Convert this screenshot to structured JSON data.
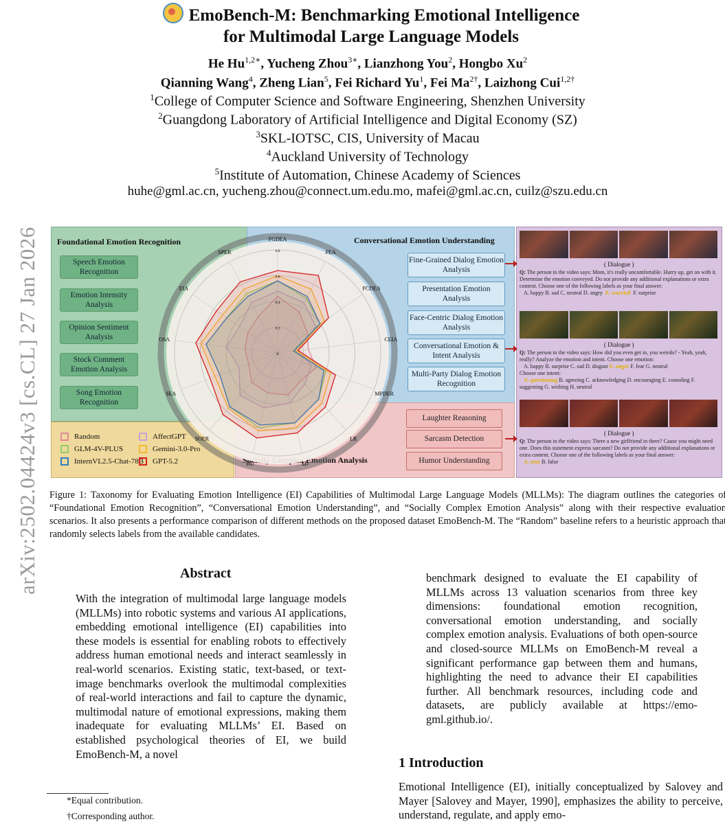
{
  "sidebar_text": "arXiv:2502.04424v3  [cs.CL]  27 Jan 2026",
  "title_line1": "EmoBench-M: Benchmarking Emotional Intelligence",
  "title_line2": "for Multimodal Large Language Models",
  "authors_line1": [
    {
      "name": "He Hu",
      "sup": "1,2∗"
    },
    {
      "name": "Yucheng Zhou",
      "sup": "3∗"
    },
    {
      "name": "Lianzhong You",
      "sup": "2"
    },
    {
      "name": "Hongbo Xu",
      "sup": "2"
    }
  ],
  "authors_line2": [
    {
      "name": "Qianning Wang",
      "sup": "4"
    },
    {
      "name": "Zheng Lian",
      "sup": "5"
    },
    {
      "name": "Fei Richard Yu",
      "sup": "1"
    },
    {
      "name": "Fei Ma",
      "sup": "2†"
    },
    {
      "name": "Laizhong Cui",
      "sup": "1,2†"
    }
  ],
  "affiliations": [
    {
      "sup": "1",
      "text": "College of Computer Science and Software Engineering, Shenzhen University"
    },
    {
      "sup": "2",
      "text": "Guangdong Laboratory of Artificial Intelligence and Digital Economy (SZ)"
    },
    {
      "sup": "3",
      "text": "SKL-IOTSC, CIS, University of Macau"
    },
    {
      "sup": "4",
      "text": "Auckland University of Technology"
    },
    {
      "sup": "5",
      "text": "Institute of Automation, Chinese Academy of Sciences"
    }
  ],
  "emails": "huhe@gml.ac.cn, yucheng.zhou@connect.um.edu.mo, mafei@gml.ac.cn, cuilz@szu.edu.cn",
  "figure": {
    "left_title": "Foundational Emotion Recognition",
    "left_items": [
      "Speech Emotion Recognition",
      "Emotion Intensity Analysis",
      "Opinion Sentiment Analysis",
      "Stock Comment Emotion Analysis",
      "Song Emotion Recognition"
    ],
    "right_title": "Conversational Emotion Understanding",
    "right_items": [
      "Fine-Grained Dialog Emotion Analysis",
      "Presentation Emotion Analysis",
      "Face-Centric Dialog Emotion Analysis",
      "Conversational Emotion & Intent Analysis",
      "Multi-Party Dialog Emotion Recognition"
    ],
    "bottom_title": "Socially Complex Emotion Analysis",
    "bottom_items": [
      "Laughter Reasoning",
      "Sarcasm Detection",
      "Humor Understanding"
    ],
    "legend": [
      {
        "name": "Random",
        "color": "#e08a9a"
      },
      {
        "name": "AffectGPT",
        "color": "#c9a3d6"
      },
      {
        "name": "GLM-4V-PLUS",
        "color": "#8fcf6a"
      },
      {
        "name": "Gemini-3.0-Pro",
        "color": "#f2b830"
      },
      {
        "name": "InternVL2.5-Chat-78B",
        "color": "#2f7fbf"
      },
      {
        "name": "GPT-5.2",
        "color": "#d42020"
      }
    ],
    "radar_axes": [
      "FGDEA",
      "PEA",
      "FCDEA",
      "CEIA",
      "MPDER",
      "LR",
      "SD",
      "HU",
      "SOER",
      "SEA",
      "OSA",
      "EIA",
      "SPER"
    ],
    "radar_ticks": [
      "0",
      "0.2",
      "0.4",
      "0.6",
      "0.8"
    ],
    "example1": {
      "dialogue": "( Dialogue )",
      "q": "Q:",
      "text": "The person in the video says: Mom, it's really uncomfortable. Hurry up, get on with it. Determine the emotion conveyed. Do not provide any additional explanations or extra content. Choose one of the following labels as your final answer:",
      "options": "A. happy   B. sad   C. neutral   D. angry",
      "answer": "E. worried",
      "rest": "F. surprise"
    },
    "example2": {
      "dialogue": "( Dialogue )",
      "q": "Q:",
      "text": "The person in the video says: How did you even get in, you weirdo? - Yeah, yeah, really? Analyze the emotion and intent. Choose one emotion:",
      "options": "A. happy   B. surprise   C. sad   D. disgust",
      "answer": "E. anger",
      "rest": "F. fear   G. neutral",
      "intent_label": "Choose one intent:",
      "intent_answer": "A. questioning",
      "intent_rest": "B. agreeing   C. acknowledging   D. encouraging   E. consoling   F. suggesting   G. wishing   H. neutral"
    },
    "example3": {
      "dialogue": "( Dialogue )",
      "q": "Q:",
      "text": "The person in the video says: There a new girlfriend in there? Cause you might need one. Does this statement express sarcasm? Do not provide any additional explanations or extra content. Choose one of the following labels as your final answer:",
      "answer": "A. true",
      "rest": "B. false"
    }
  },
  "caption": {
    "label": "Figure 1:",
    "text": "Taxonomy for Evaluating Emotion Intelligence (EI) Capabilities of Multimodal Large Language Models (MLLMs): The diagram outlines the categories of “Foundational Emotion Recognition”, “Conversational Emotion Understanding”, and “Socially Complex Emotion Analysis” along with their respective evaluation scenarios. It also presents a performance comparison of different methods on the proposed dataset EmoBench-M. The “Random” baseline refers to a heuristic approach that randomly selects labels from the available candidates."
  },
  "abstract_heading": "Abstract",
  "abstract_left": "With the integration of multimodal large language models (MLLMs) into robotic systems and various AI applications, embedding emotional intelligence (EI) capabilities into these models is essential for enabling robots to effectively address human emotional needs and interact seamlessly in real-world scenarios. Existing static, text-based, or text-image benchmarks overlook the multimodal complexities of real-world interactions and fail to capture the dynamic, multimodal nature of emotional expressions, making them inadequate for evaluating MLLMs’ EI. Based on established psychological theories of EI, we build EmoBench-M, a novel",
  "abstract_right": "benchmark designed to evaluate the EI capability of MLLMs across 13 valuation scenarios from three key dimensions: foundational emotion recognition, conversational emotion understanding, and socially complex emotion analysis. Evaluations of both open-source and closed-source MLLMs on EmoBench-M reveal a significant performance gap between them and humans, highlighting the need to advance their EI capabilities further. All benchmark resources, including code and datasets, are publicly available at https://emo-gml.github.io/.",
  "intro_heading": "1   Introduction",
  "intro_text": "Emotional Intelligence (EI), initially conceptualized by Salovey and Mayer [Salovey and Mayer, 1990], emphasizes the ability to perceive, understand, regulate, and apply emo-",
  "footnote1": "*Equal contribution.",
  "footnote2": "†Corresponding author."
}
